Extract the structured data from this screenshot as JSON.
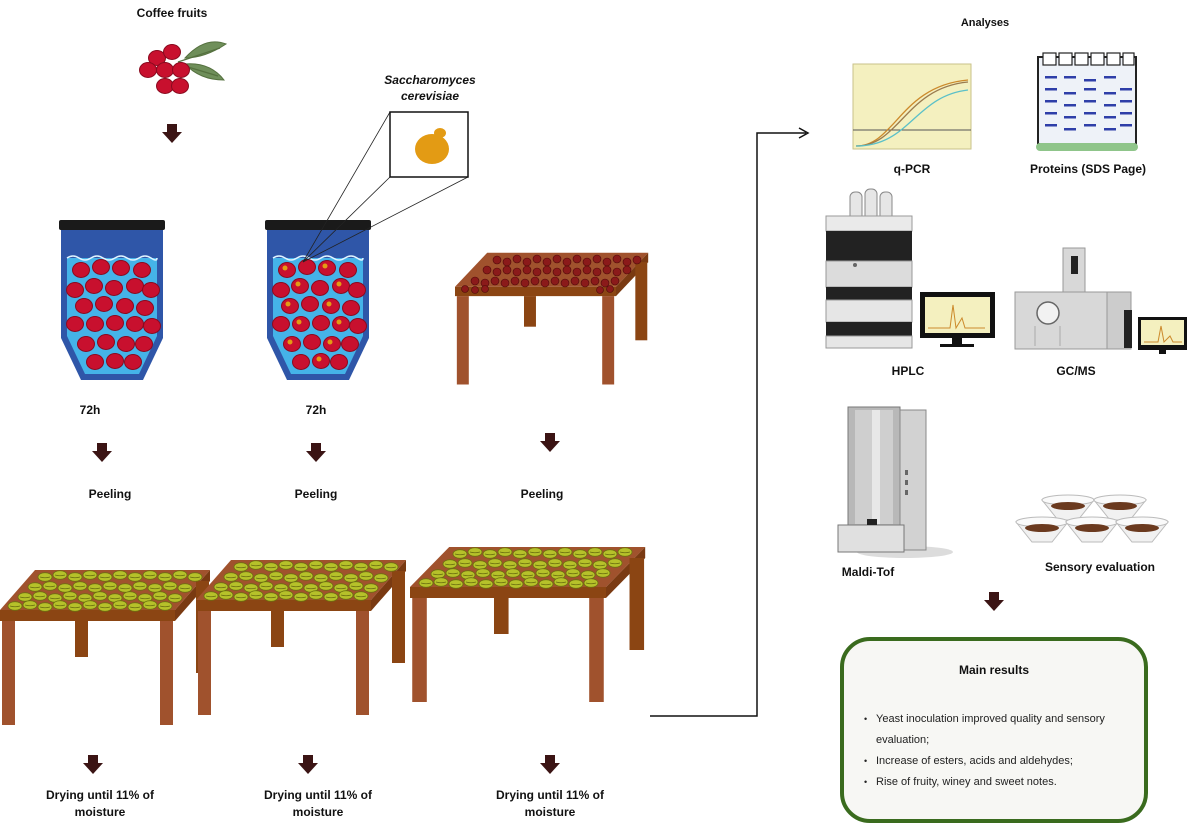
{
  "labels": {
    "coffee_fruits": "Coffee fruits",
    "yeast_line1": "Saccharomyces",
    "yeast_line2": "cerevisiae",
    "time_1": "72h",
    "time_2": "72h",
    "peeling_1": "Peeling",
    "peeling_2": "Peeling",
    "peeling_3": "Peeling",
    "drying_1": "Drying until 11% of moisture",
    "drying_2": "Drying until 11% of moisture",
    "drying_3": "Drying until 11% of moisture",
    "analyses": "Analyses",
    "qpcr": "q-PCR",
    "proteins": "Proteins (SDS Page)",
    "hplc": "HPLC",
    "gcms": "GC/MS",
    "maldi": "Maldi-Tof",
    "sensory": "Sensory evaluation"
  },
  "results": {
    "title": "Main results",
    "items": [
      "Yeast inoculation improved quality and sensory evaluation;",
      "Increase of esters, acids and aldehydes;",
      "Rise of fruity, winey and sweet notes."
    ]
  },
  "colors": {
    "arrow": "#3b1414",
    "cherry": "#c8102e",
    "bean": "#b6c12a",
    "table": "#a0522d",
    "tank_blue": "#2f56a8",
    "water": "#45b3e8",
    "yeast": "#e39b14",
    "border_green": "#3a6b1e"
  }
}
